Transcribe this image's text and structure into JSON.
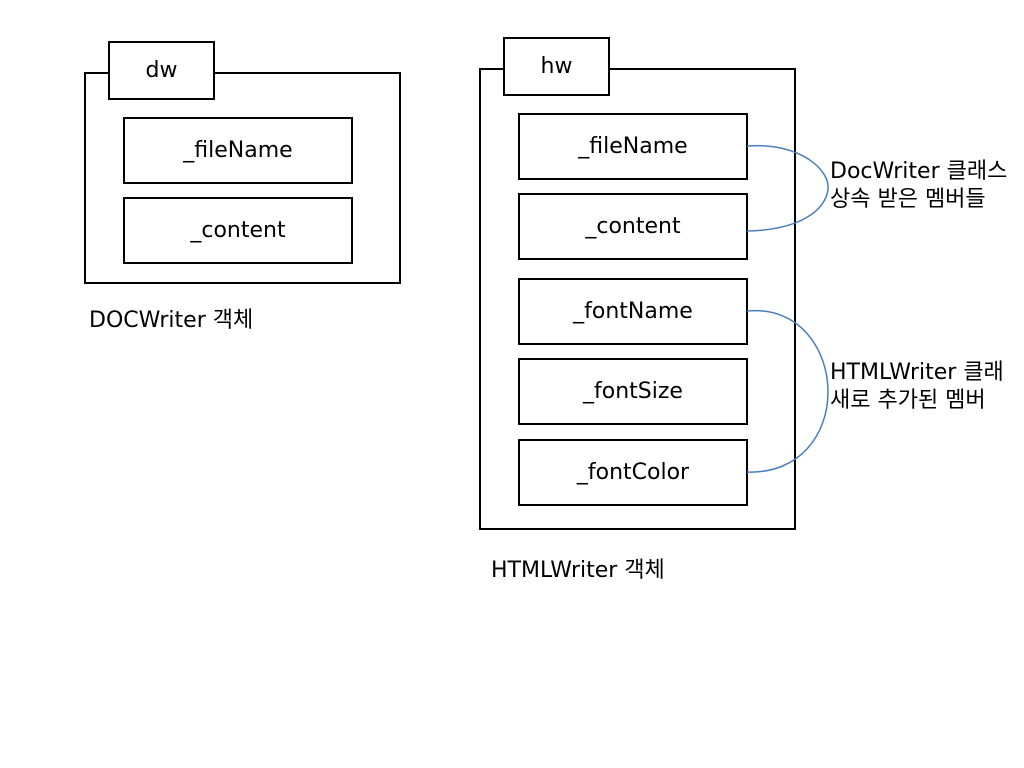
{
  "doc_object": {
    "variable": "dw",
    "members": [
      "_fileName",
      "_content"
    ],
    "caption": "DOCWriter 객체"
  },
  "html_object": {
    "variable": "hw",
    "members": [
      "_fileName",
      "_content",
      "_fontName",
      "_fontSize",
      "_fontColor"
    ],
    "caption": "HTMLWriter 객체"
  },
  "annotations": {
    "inherited": {
      "line1": "DocWriter 클래스",
      "line2": "상속 받은 멤버들"
    },
    "added": {
      "line1": "HTMLWriter 클래",
      "line2": "새로 추가된 멤버"
    }
  },
  "colors": {
    "brace": "#4a7ebb",
    "border": "#000000"
  }
}
